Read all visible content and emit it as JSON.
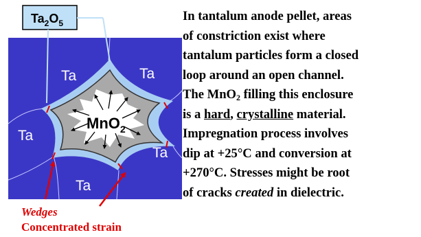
{
  "diagram": {
    "oxide_label": {
      "main": "Ta",
      "sub1": "2",
      "mid": "O",
      "sub2": "5"
    },
    "tantalum_label": "Ta",
    "fill_label": {
      "main": "MnO",
      "sub": "2"
    },
    "wedges_label": "Wedges",
    "strain_label": "Concentrated strain",
    "colors": {
      "tantalum_bg": "#3b37c6",
      "oxide_layer": "#a8cdf2",
      "fill": "#a9a9a9",
      "crystal": "#ffffff",
      "callout_box": "#bfe0f7",
      "annotation": "#e00000"
    }
  },
  "description": {
    "lines": [
      [
        {
          "t": "In tantalum anode pellet, areas"
        }
      ],
      [
        {
          "t": "of constriction exist where"
        }
      ],
      [
        {
          "t": "tantalum particles form a closed"
        }
      ],
      [
        {
          "t": "loop around an open channel."
        }
      ],
      [
        {
          "t": "The MnO"
        },
        {
          "t": "2",
          "s": "sub"
        },
        {
          "t": " filling this enclosure"
        }
      ],
      [
        {
          "t": "is a "
        },
        {
          "t": "hard",
          "s": "u"
        },
        {
          "t": ", "
        },
        {
          "t": "crystalline",
          "s": "u"
        },
        {
          "t": " material."
        }
      ],
      [
        {
          "t": "Impregnation process involves"
        }
      ],
      [
        {
          "t": "dip at +25°C and conversion at"
        }
      ],
      [
        {
          "t": "+270°C.  Stresses might be root"
        }
      ],
      [
        {
          "t": "of cracks "
        },
        {
          "t": "created",
          "s": "i"
        },
        {
          "t": " in dielectric."
        }
      ]
    ]
  }
}
